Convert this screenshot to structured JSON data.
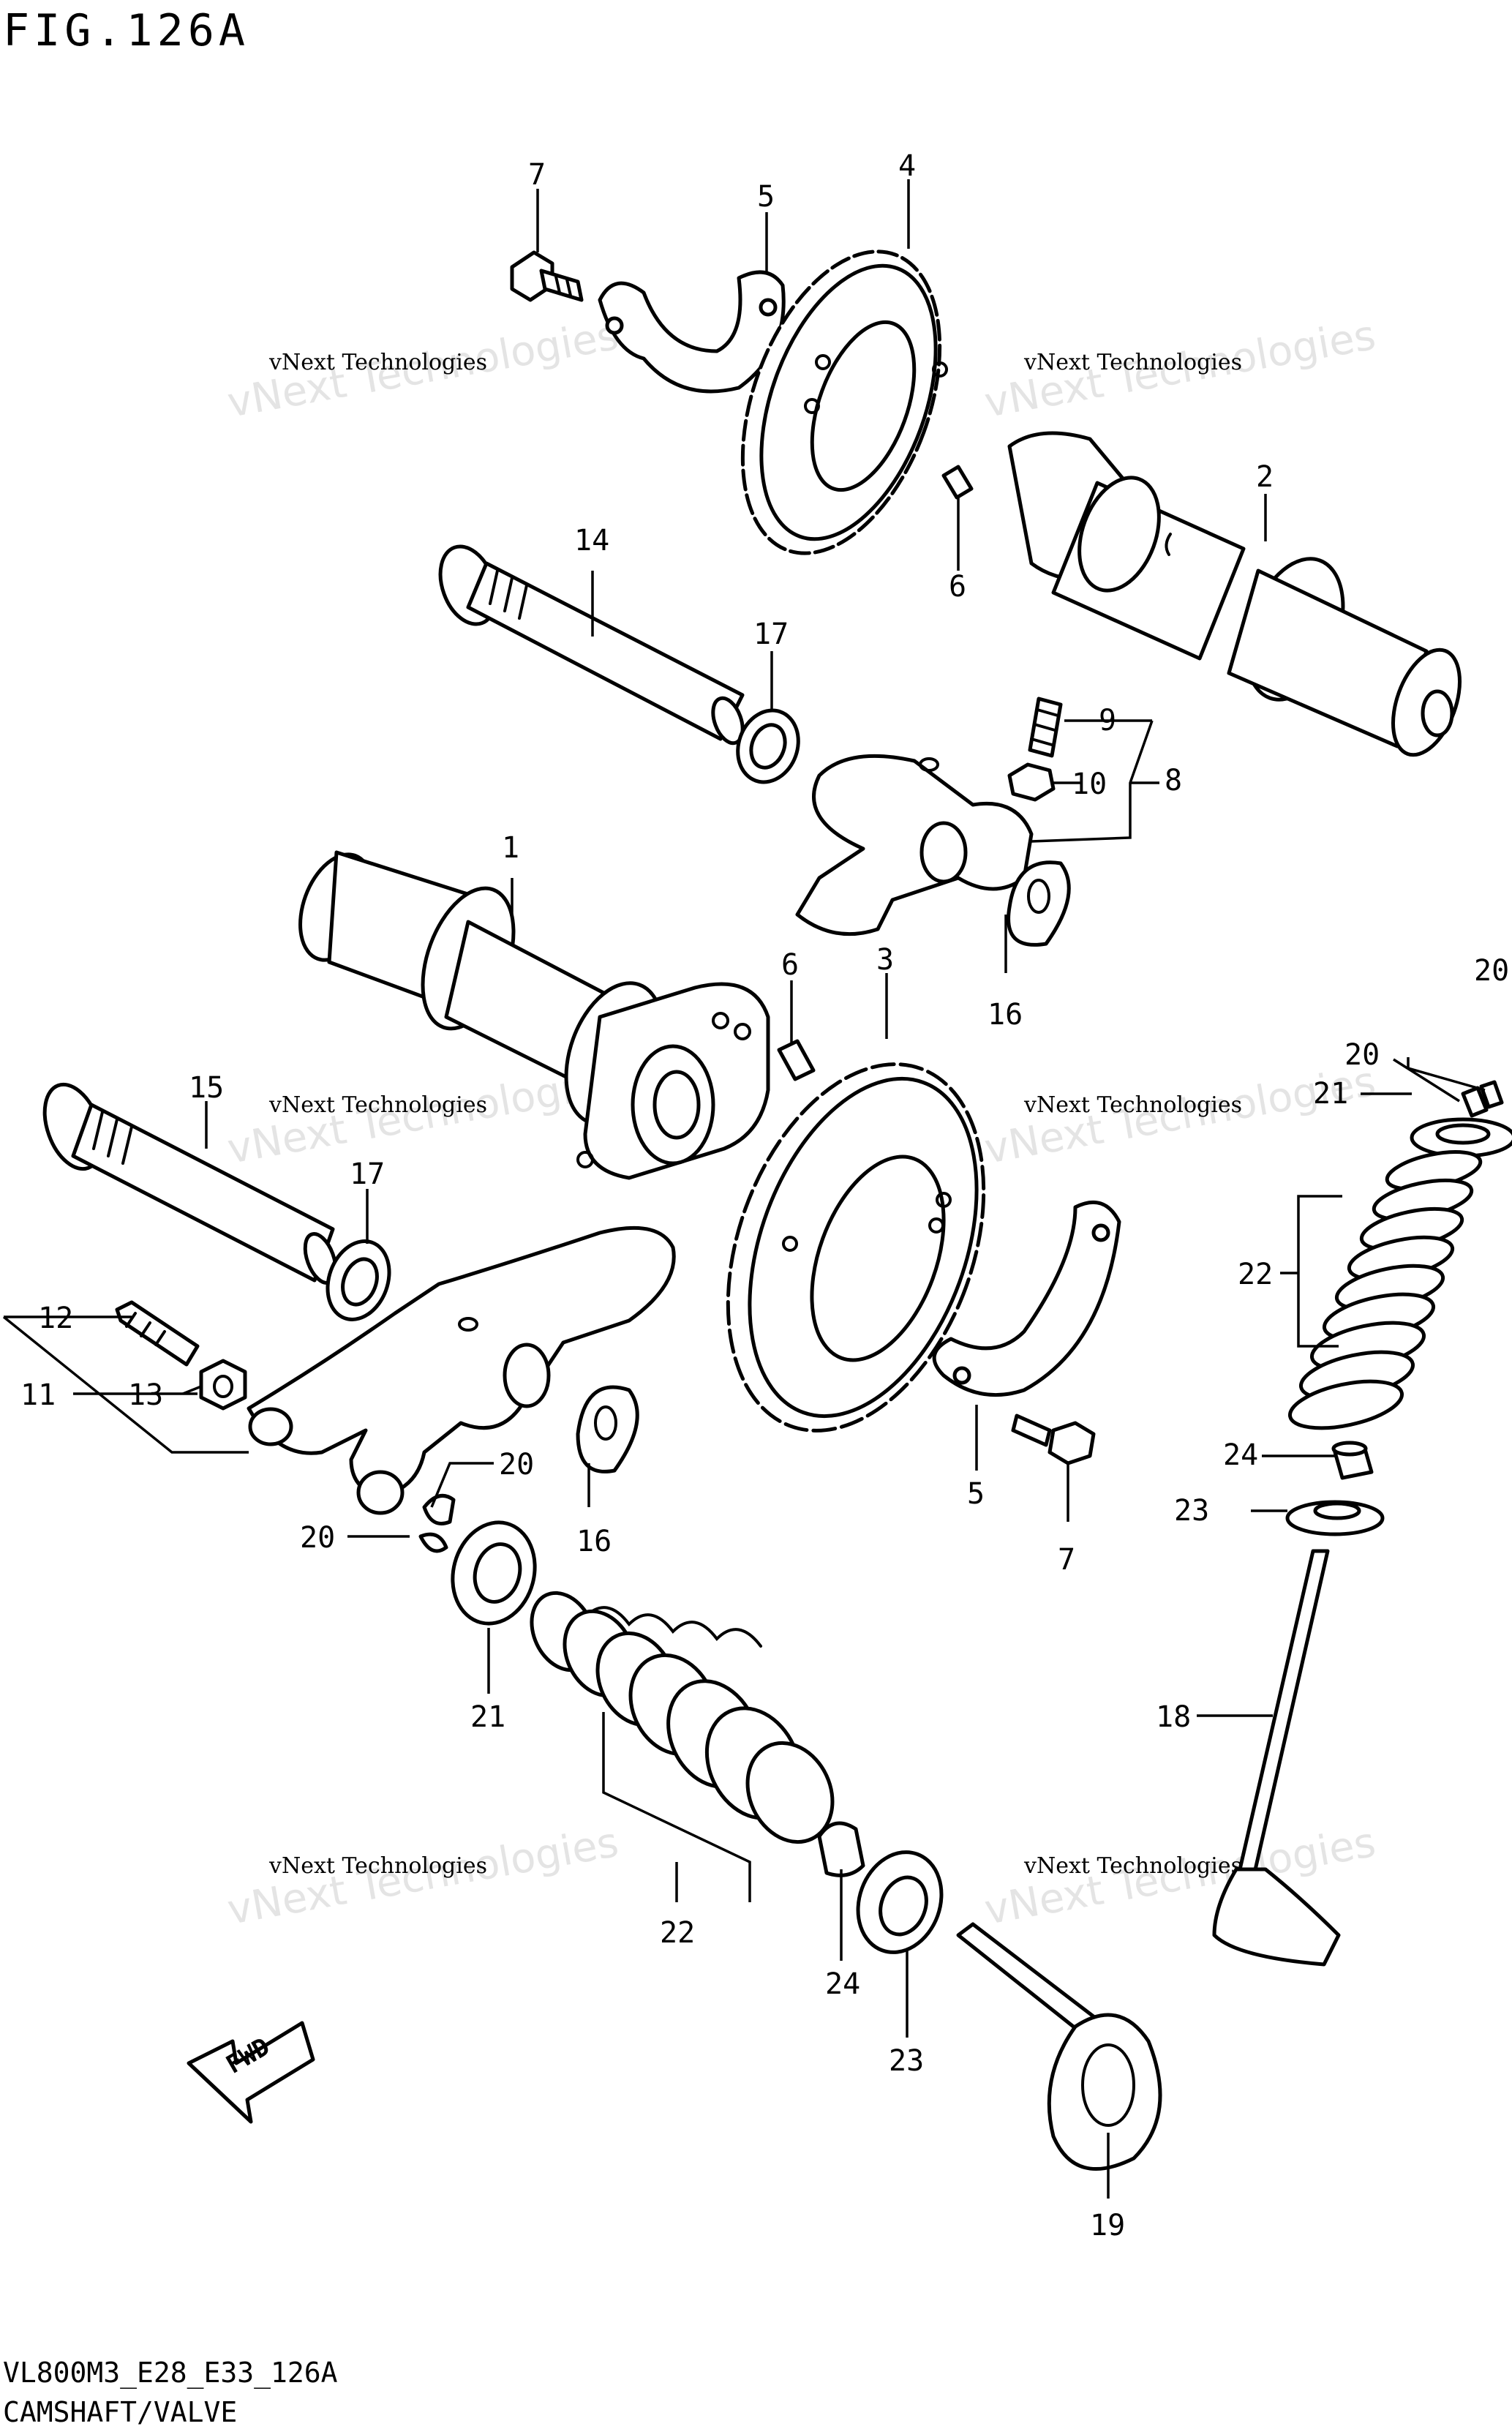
{
  "title": "FIG.126A",
  "footer": {
    "code": "VL800M3_E28_E33_126A",
    "name": "CAMSHAFT/VALVE"
  },
  "fwd_label": "FWD",
  "watermark": {
    "line1": "vNext Technologies",
    "line2": "vNext Technologies"
  },
  "callouts": [
    {
      "id": "c7a",
      "text": "7"
    },
    {
      "id": "c5a",
      "text": "5"
    },
    {
      "id": "c4",
      "text": "4"
    },
    {
      "id": "c2",
      "text": "2"
    },
    {
      "id": "c6a",
      "text": "6"
    },
    {
      "id": "c14",
      "text": "14"
    },
    {
      "id": "c17a",
      "text": "17"
    },
    {
      "id": "c9",
      "text": "9"
    },
    {
      "id": "c10",
      "text": "10"
    },
    {
      "id": "c8",
      "text": "8"
    },
    {
      "id": "c16a",
      "text": "16"
    },
    {
      "id": "c1",
      "text": "1"
    },
    {
      "id": "c6b",
      "text": "6"
    },
    {
      "id": "c3",
      "text": "3"
    },
    {
      "id": "c20a",
      "text": "20"
    },
    {
      "id": "c20b",
      "text": "20"
    },
    {
      "id": "c21a",
      "text": "21"
    },
    {
      "id": "c15",
      "text": "15"
    },
    {
      "id": "c17b",
      "text": "17"
    },
    {
      "id": "c22a",
      "text": "22"
    },
    {
      "id": "c12",
      "text": "12"
    },
    {
      "id": "c11",
      "text": "11"
    },
    {
      "id": "c13",
      "text": "13"
    },
    {
      "id": "c20c",
      "text": "20"
    },
    {
      "id": "c16b",
      "text": "16"
    },
    {
      "id": "c5b",
      "text": "5"
    },
    {
      "id": "c7b",
      "text": "7"
    },
    {
      "id": "c24a",
      "text": "24"
    },
    {
      "id": "c23a",
      "text": "23"
    },
    {
      "id": "c20d",
      "text": "20"
    },
    {
      "id": "c21b",
      "text": "21"
    },
    {
      "id": "c18",
      "text": "18"
    },
    {
      "id": "c22b",
      "text": "22"
    },
    {
      "id": "c24b",
      "text": "24"
    },
    {
      "id": "c23b",
      "text": "23"
    },
    {
      "id": "c19",
      "text": "19"
    }
  ]
}
